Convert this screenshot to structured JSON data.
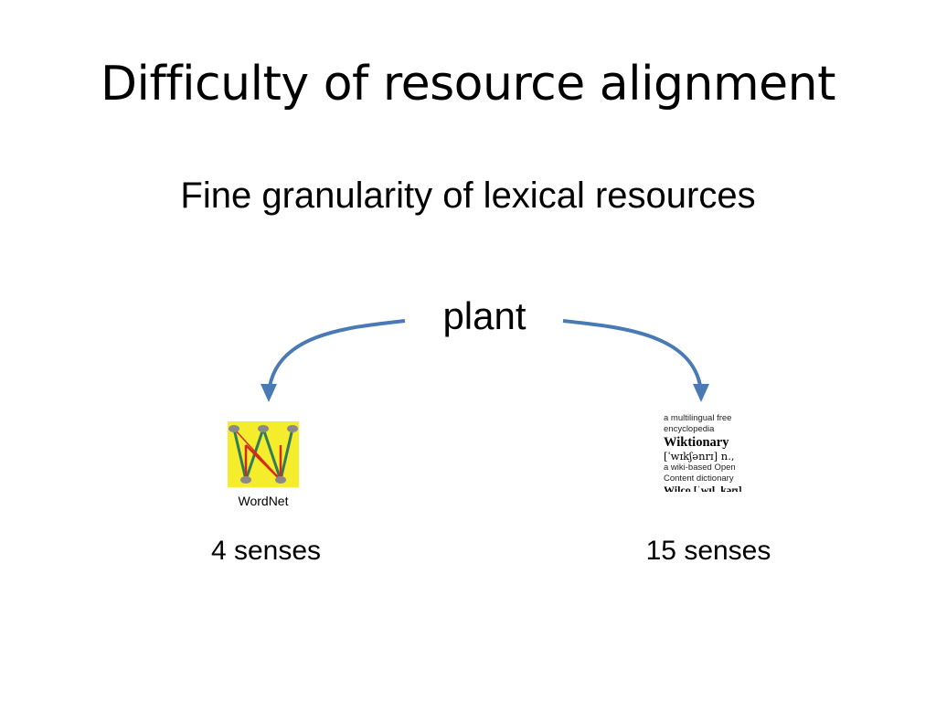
{
  "slide": {
    "title": "Difficulty of resource alignment",
    "subtitle": "Fine granularity of lexical resources",
    "word": "plant"
  },
  "left": {
    "logo_icon": "wordnet-logo-icon",
    "caption": "WordNet",
    "senses": "4 senses"
  },
  "right": {
    "logo_icon": "wiktionary-logo-icon",
    "logo_lines": {
      "line1": "a multilingual free",
      "line2": "encyclopedia",
      "line3": "Wiktionary",
      "line4": "[ˈwɪkʃənrɪ] n.,",
      "line5": "a wiki-based Open",
      "line6": "Content dictionary",
      "line7": "Wilco [ˈwɪl_kəʊ]"
    },
    "senses": "15 senses"
  },
  "colors": {
    "arrow": "#4a7ab5",
    "wordnet_bg": "#f5ec2c",
    "wordnet_green": "#2f7d5a",
    "wordnet_red": "#d42a1e",
    "wordnet_node": "#8a8a8a"
  }
}
